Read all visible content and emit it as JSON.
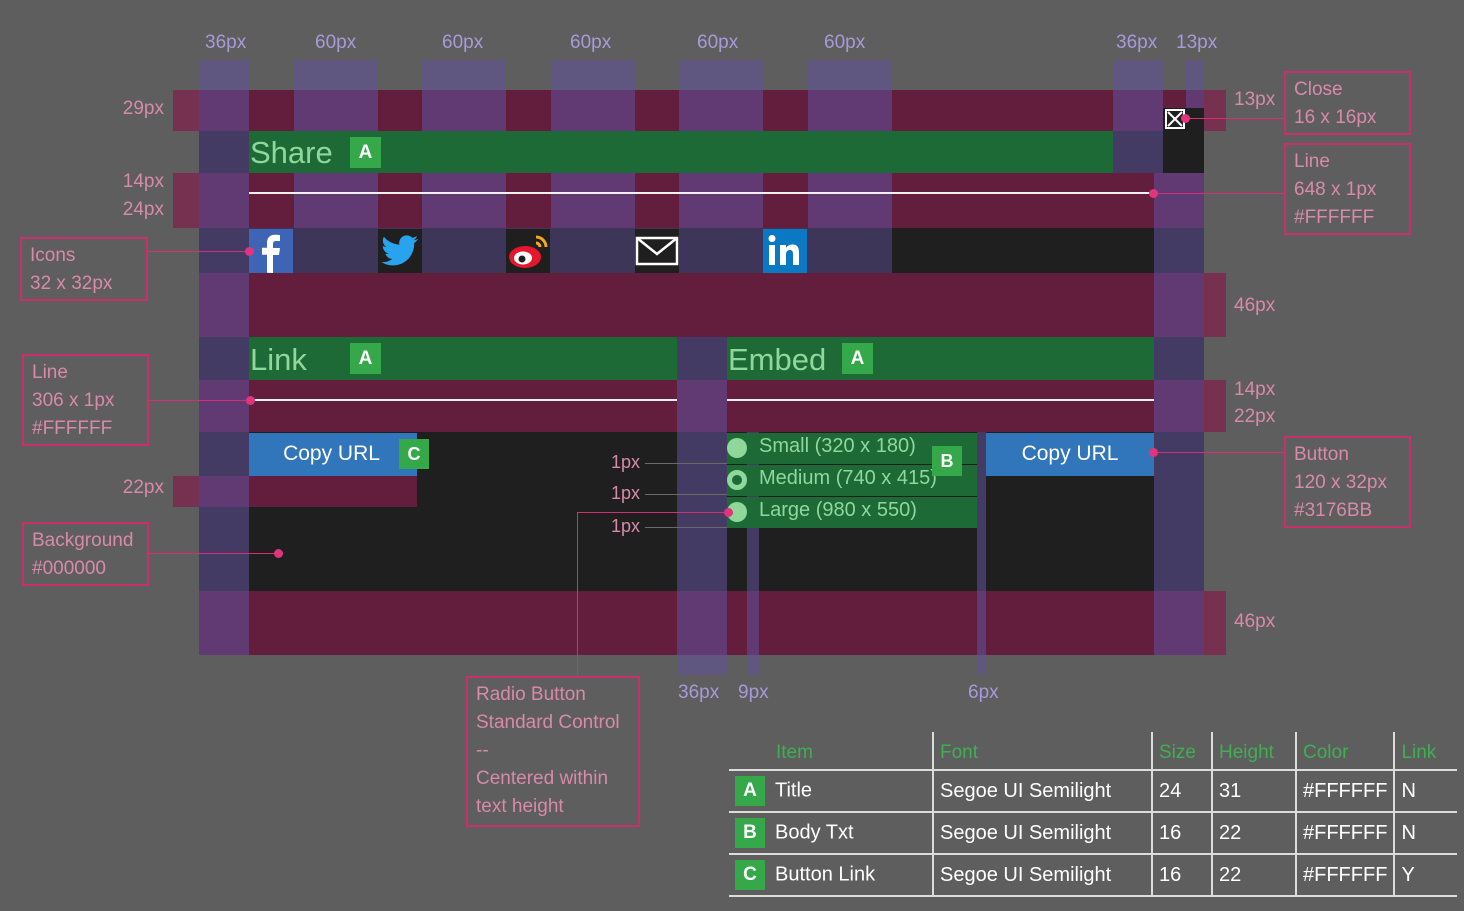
{
  "colors": {
    "background": "#5e5e5e",
    "column_overlay": "#62529e",
    "row_overlay": "#801e4c",
    "title_bar": "#1e6a37",
    "title_text": "#8fd79b",
    "badge": "#35a84a",
    "button": "#3176BB",
    "callout_border": "#c8306c",
    "leader": "#e0357e",
    "panel": "#000000",
    "line": "#FFFFFF"
  },
  "dims_top": [
    "36px",
    "60px",
    "60px",
    "60px",
    "60px",
    "60px",
    "36px",
    "13px"
  ],
  "dims_left": {
    "top_pad": "29px",
    "line_gap": "14px",
    "line_gap2": "24px",
    "bottom_pad": "22px"
  },
  "dims_right": {
    "close_pad": "13px",
    "gap1": "46px",
    "gap2": "14px",
    "gap3": "22px",
    "gap4": "46px"
  },
  "dims_radio": [
    "1px",
    "1px",
    "1px"
  ],
  "dims_bottom": [
    "36px",
    "9px",
    "6px"
  ],
  "callouts": {
    "close": {
      "line1": "Close",
      "line2": "16 x 16px"
    },
    "line_top": {
      "line1": "Line",
      "line2": "648 x 1px",
      "line3": "#FFFFFF"
    },
    "icons": {
      "line1": "Icons",
      "line2": "32 x 32px"
    },
    "line_mid": {
      "line1": "Line",
      "line2": "306 x 1px",
      "line3": "#FFFFFF"
    },
    "background": {
      "line1": "Background",
      "line2": "#000000"
    },
    "button": {
      "line1": "Button",
      "line2": "120 x 32px",
      "line3": "#3176BB"
    },
    "radio": {
      "line1": "Radio Button",
      "line2": "Standard Control",
      "line3": "--",
      "line4": "Centered within",
      "line5": "text height"
    }
  },
  "dialog": {
    "share_title": "Share",
    "link_title": "Link",
    "embed_title": "Embed",
    "badges": {
      "a": "A",
      "b": "B",
      "c": "C"
    },
    "icons": [
      "facebook-icon",
      "twitter-icon",
      "weibo-icon",
      "mail-icon",
      "linkedin-icon"
    ],
    "copy_url_left": "Copy URL",
    "copy_url_right": "Copy URL",
    "radio_options": [
      "Small (320 x 180)",
      "Medium (740 x 415)",
      "Large (980 x 550)"
    ],
    "selected_option": "Medium (740 x 415)"
  },
  "spec_table": {
    "headers": [
      "Item",
      "Font",
      "Size",
      "Height",
      "Color",
      "Link"
    ],
    "rows": [
      {
        "badge": "A",
        "item": "Title",
        "font": "Segoe UI Semilight",
        "size": "24",
        "height": "31",
        "color": "#FFFFFF",
        "link": "N"
      },
      {
        "badge": "B",
        "item": "Body Txt",
        "font": "Segoe UI Semilight",
        "size": "16",
        "height": "22",
        "color": "#FFFFFF",
        "link": "N"
      },
      {
        "badge": "C",
        "item": "Button Link",
        "font": "Segoe UI Semilight",
        "size": "16",
        "height": "22",
        "color": "#FFFFFF",
        "link": "Y"
      }
    ]
  }
}
